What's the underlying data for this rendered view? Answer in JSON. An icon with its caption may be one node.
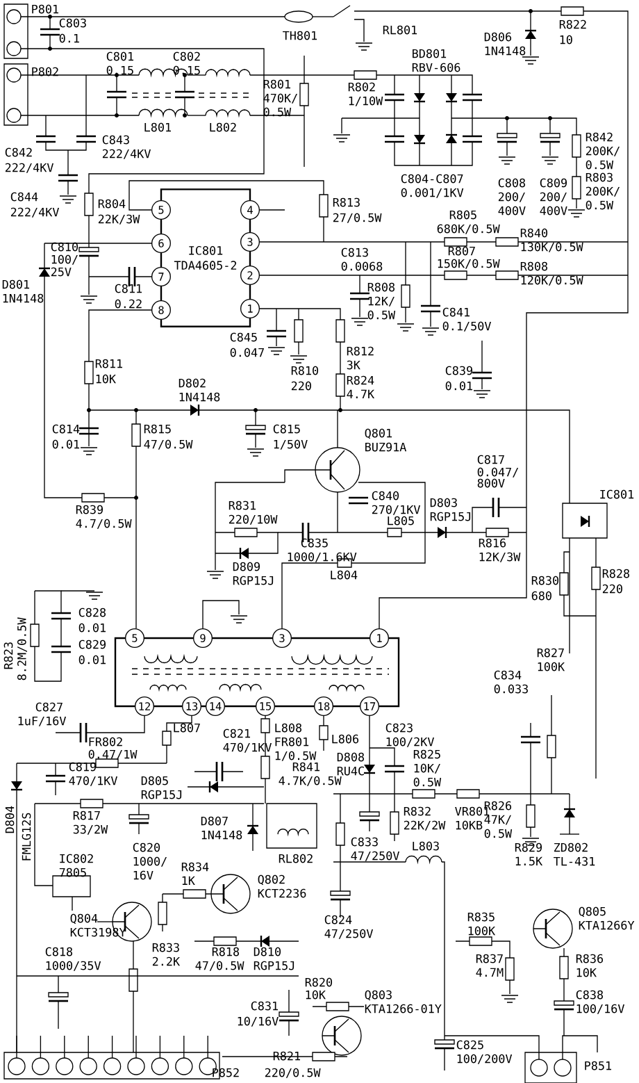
{
  "diagram": {
    "nodes": [
      {
        "text": [
          "IC801",
          "TDA4605-2"
        ]
      },
      {
        "text": [
          "5"
        ]
      },
      {
        "text": [
          "4"
        ]
      },
      {
        "text": [
          "6"
        ]
      },
      {
        "text": [
          "3"
        ]
      },
      {
        "text": [
          "7"
        ]
      },
      {
        "text": [
          "2"
        ]
      },
      {
        "text": [
          "8"
        ]
      },
      {
        "text": [
          "1"
        ]
      },
      {
        "text": [
          "5"
        ]
      },
      {
        "text": [
          "9"
        ]
      },
      {
        "text": [
          "3"
        ]
      },
      {
        "text": [
          "1"
        ]
      },
      {
        "text": [
          "12"
        ]
      },
      {
        "text": [
          "13"
        ]
      },
      {
        "text": [
          "14"
        ]
      },
      {
        "text": [
          "15"
        ]
      },
      {
        "text": [
          "18"
        ]
      },
      {
        "text": [
          "17"
        ]
      }
    ],
    "labels": [
      "P801",
      "C803",
      "0.1",
      "TH801",
      "RL801",
      "D806",
      "1N4148",
      "R822",
      "10",
      "BD801",
      "RBV-606",
      "P802",
      "C801",
      "0.15",
      "C802",
      "0.15",
      "R801",
      "470K/",
      "0.5W",
      "R802",
      "1/10W",
      "L801",
      "L802",
      "C842",
      "222/4KV",
      "C843",
      "222/4KV",
      "C804-C807",
      "0.001/1KV",
      "C808",
      "200/",
      "400V",
      "C809",
      "200/",
      "400V",
      "R842",
      "200K/",
      "0.5W",
      "R803",
      "200K/",
      "0.5W",
      "C844",
      "222/4KV",
      "R804",
      "22K/3W",
      "R813",
      "27/0.5W",
      "R805",
      "680K/0.5W",
      "R840",
      "130K/0.5W",
      "C813",
      "0.0068",
      "R807",
      "150K/0.5W",
      "R808",
      "120K/0.5W",
      "C810",
      "100/",
      "25V",
      "D801",
      "1N4148",
      "C811",
      "0.22",
      "R808",
      "12K/",
      "0.5W",
      "C841",
      "0.1/50V",
      "C845",
      "0.047",
      "R812",
      "3K",
      "R824",
      "4.7K",
      "R810",
      "220",
      "C839",
      "0.01",
      "R811",
      "10K",
      "D802",
      "1N4148",
      "C814",
      "0.01",
      "R815",
      "47/0.5W",
      "C815",
      "1/50V",
      "Q801",
      "BUZ91A",
      "C817",
      "0.047/",
      "800V",
      "C840",
      "270/1KV",
      "IC801",
      "R839",
      "4.7/0.5W",
      "R831",
      "220/10W",
      "D803",
      "RGP15J",
      "L805",
      "C835",
      "1000/1.6KV",
      "R816",
      "12K/3W",
      "D809",
      "RGP15J",
      "L804",
      "R830",
      "680",
      "R828",
      "220",
      "C828",
      "0.01",
      "C829",
      "0.01",
      "R823",
      "8.2M/0.5W",
      "R827",
      "100K",
      "C834",
      "0.033",
      "C827",
      "1uF/16V",
      "FR802",
      "0.47/1W",
      "L807",
      "C821",
      "470/1KV",
      "L808",
      "FR801",
      "1/0.5W",
      "L806",
      "C823",
      "100/2KV",
      "C819",
      "470/1KV",
      "D808",
      "RU4C",
      "R825",
      "10K/",
      "0.5W",
      "R841",
      "4.7K/0.5W",
      "D804",
      "FMLG12S",
      "D805",
      "RGP15J",
      "R817",
      "33/2W",
      "C820",
      "1000/",
      "16V",
      "D807",
      "1N4148",
      "R834",
      "1K",
      "Q802",
      "KCT2236",
      "IC802",
      "7805",
      "RL802",
      "R832",
      "22K/2W",
      "VR801",
      "10KB",
      "R826",
      "47K/",
      "0.5W",
      "R829",
      "1.5K",
      "ZD802",
      "TL-431",
      "C833",
      "47/250V",
      "L803",
      "C824",
      "47/250V",
      "Q804",
      "KCT3198Y",
      "R833",
      "2.2K",
      "C818",
      "1000/35V",
      "R818",
      "47/0.5W",
      "D810",
      "RGP15J",
      "R835",
      "100K",
      "Q805",
      "KTA1266Y",
      "R837",
      "4.7M",
      "R836",
      "10K",
      "R820",
      "10K",
      "Q803",
      "C831",
      "KTA1266-01Y",
      "10/16V",
      "C838",
      "100/16V",
      "C825",
      "100/200V",
      "P852",
      "R821",
      "220/0.5W",
      "P851"
    ]
  }
}
